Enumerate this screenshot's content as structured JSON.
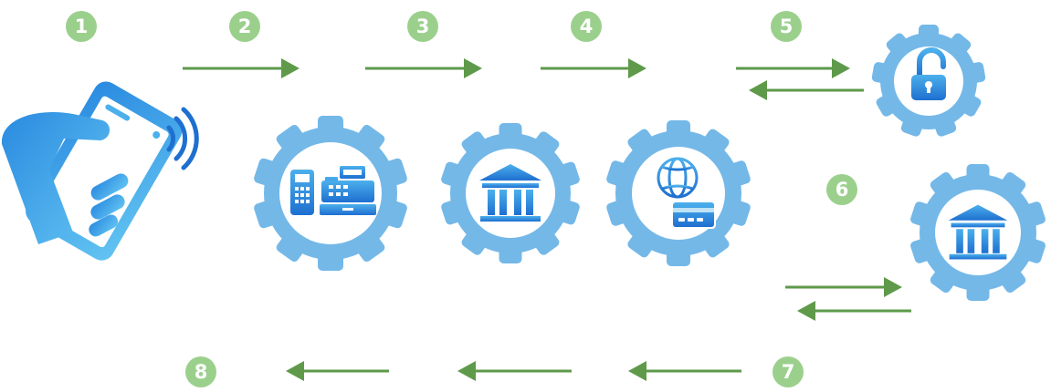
{
  "steps": [
    "1",
    "2",
    "3",
    "4",
    "5",
    "6",
    "7",
    "8"
  ],
  "colors": {
    "badge": "#9bd08c",
    "arrow": "#5e9a4a",
    "gear": "#74b8e8",
    "icon_light": "#4cb0ec",
    "icon_dark": "#1e6fd0"
  },
  "icons": [
    "hand-phone-nfc-icon",
    "pos-terminal-register-icon",
    "bank-icon",
    "globe-card-icon",
    "padlock-open-icon",
    "bank-icon"
  ]
}
